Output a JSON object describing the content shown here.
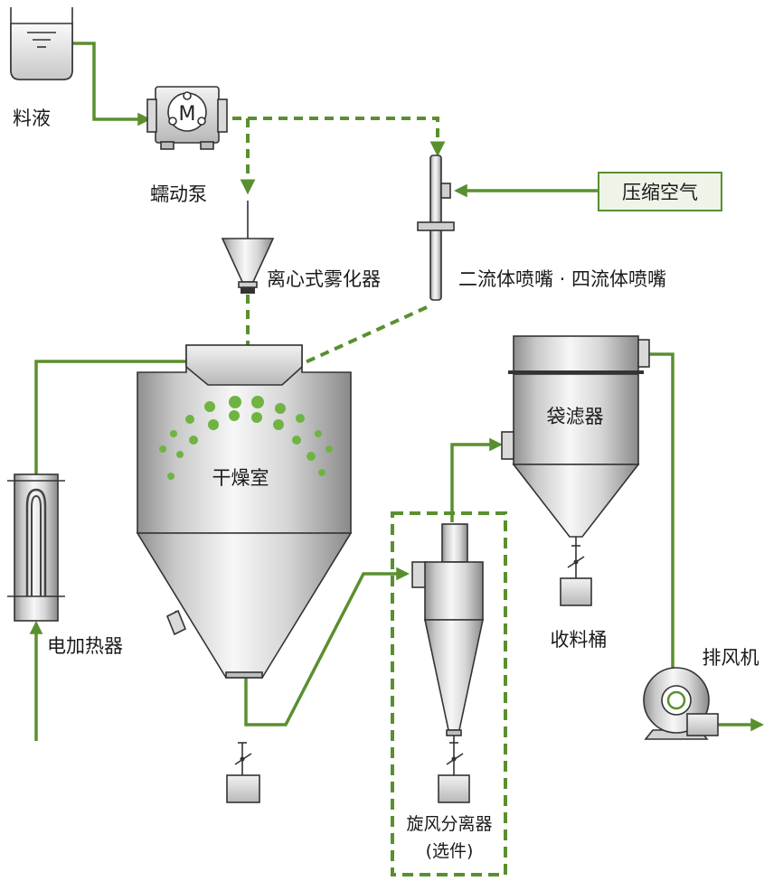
{
  "labels": {
    "feed_liquid": "料液",
    "peristaltic_pump": "蠕动泵",
    "compressed_air": "压缩空气",
    "centrifugal_atomizer": "离心式雾化器",
    "nozzles": "二流体喷嘴 · 四流体喷嘴",
    "drying_chamber": "干燥室",
    "electric_heater": "电加热器",
    "bag_filter": "袋滤器",
    "collection_bucket": "收料桶",
    "exhaust_fan": "排风机",
    "cyclone_line1": "旋风分离器",
    "cyclone_line2": "(选件)"
  },
  "pump_symbol": "M",
  "colors": {
    "pipe": "#5a8f2f",
    "droplet": "#6fb442",
    "air_box_fill": "#eef5e8",
    "metal_light": "#f4f4f4",
    "metal_dark": "#9a9a9a"
  }
}
